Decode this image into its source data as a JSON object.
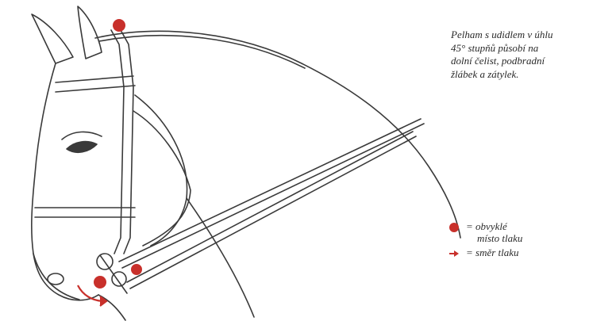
{
  "caption": {
    "lines": [
      "Pelham s udidlem v úhlu",
      "45° stupňů působí na",
      "dolní čelist, podbradní",
      "žlábek a zátylek."
    ]
  },
  "legend": {
    "items": [
      {
        "icon": "pressure-point-dot-icon",
        "lines": [
          "= obvyklé",
          "místo tlaku"
        ]
      },
      {
        "icon": "pressure-direction-arrow-icon",
        "lines": [
          "= směr tlaku"
        ]
      }
    ]
  },
  "colors": {
    "pressure_marker": "#c8302b",
    "line_art": "#3a3a3a"
  }
}
